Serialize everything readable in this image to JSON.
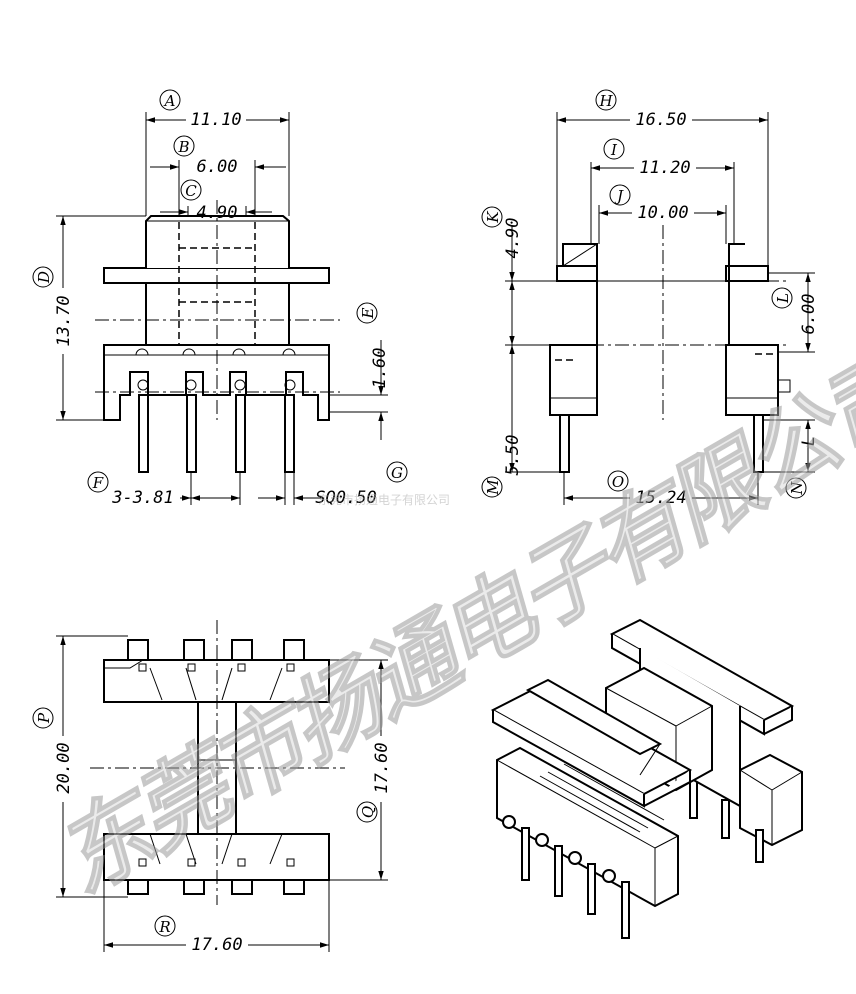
{
  "watermark": {
    "main": "东莞市扬通电子有限公司",
    "small": "东莞市扬通电子有限公司"
  },
  "front_view": {
    "labels": {
      "A": "A",
      "B": "B",
      "C": "C",
      "D": "D",
      "E": "E",
      "F": "F",
      "G": "G"
    },
    "dims": {
      "A": "11.10",
      "B": "6.00",
      "C": "4.90",
      "D": "13.70",
      "E": "1.60",
      "F": "3-3.81",
      "G": "SQ0.50"
    }
  },
  "side_view": {
    "labels": {
      "H": "H",
      "I": "I",
      "J": "J",
      "K": "K",
      "L": "L",
      "M": "M",
      "N": "N",
      "O": "O"
    },
    "dims": {
      "H": "16.50",
      "I": "11.20",
      "J": "10.00",
      "K": "4.90",
      "L": "6.00",
      "M": "5.50",
      "N": "L",
      "O": "15.24"
    }
  },
  "bottom_view": {
    "labels": {
      "P": "P",
      "Q": "Q",
      "R": "R"
    },
    "dims": {
      "P": "20.00",
      "Q": "17.60",
      "R": "17.60"
    }
  }
}
